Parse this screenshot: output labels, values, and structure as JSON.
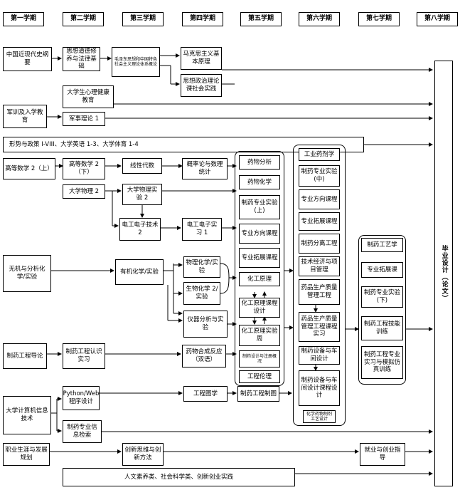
{
  "semesters": [
    "第一学期",
    "第二学期",
    "第三学期",
    "第四学期",
    "第五学期",
    "第六学期",
    "第七学期",
    "第八学期"
  ],
  "courses": {
    "c1": "中国近现代史纲要",
    "c2": "思想道德修养与法律基础",
    "c3": "毛泽东思想和中国特色社会主义理论体系概论",
    "c4": "马克思主义基本原理",
    "c5": "思想政治理论课社会实践",
    "c6": "大学生心理健康教育",
    "c7": "军训及入学教育",
    "c8": "军事理论 1",
    "c9": "形势与政策 I-VIII、大学英语 1-3、大学体育 1-4",
    "c10": "高等数学 2（上）",
    "c11": "高等数学 2（下）",
    "c12": "线性代数",
    "c13": "概率论与数理统计",
    "c14": "大学物理 2",
    "c15": "大学物理实验 2",
    "c16": "电工电子技术 2",
    "c17": "电工电子实习 1",
    "c18": "无机与分析化学/实验",
    "c19": "有机化学/实验",
    "c20": "物理化学/实验",
    "c21": "生物化学 2/实验",
    "c22": "仪器分析与实验",
    "c23": "制药工程导论",
    "c24": "制药工程认识实习",
    "c25": "药物合成反应（双语）",
    "c26": "大学计算机信息技术",
    "c27": "Python/Web程序设计",
    "c28": "工程图学",
    "c29": "制药工程制图",
    "c30": "制药专业信息检索",
    "c31": "职业生涯与发展规划",
    "c32": "创新思维与创新方法",
    "c33": "就业与创业指导",
    "c34": "人文素养类、社会科学类、创新创业实践"
  },
  "group5": [
    "药物分析",
    "药物化学",
    "制药专业实验(上)",
    "专业方向课程",
    "专业拓展课程",
    "化工原理",
    "化工原理课程设计",
    "化工原理实验周",
    "制药设计与注册概况",
    "工程伦理"
  ],
  "group6": [
    "工业药剂学",
    "制药专业实验(中)",
    "专业方向课程",
    "专业拓展课程",
    "制药分离工程",
    "技术经济与项目管理",
    "药品生产质量管理工程",
    "药品生产质量管理工程课程实习",
    "制药设备与车间设计",
    "制药设备与车间设计课程设计",
    "化学药物制剂工艺设计"
  ],
  "group7": [
    "制药工艺学",
    "专业拓展课",
    "制药专业实验(下)",
    "制药工程技能训练",
    "制药工程专业实习与模拟仿真训练"
  ],
  "final": "毕业设计（论文）"
}
